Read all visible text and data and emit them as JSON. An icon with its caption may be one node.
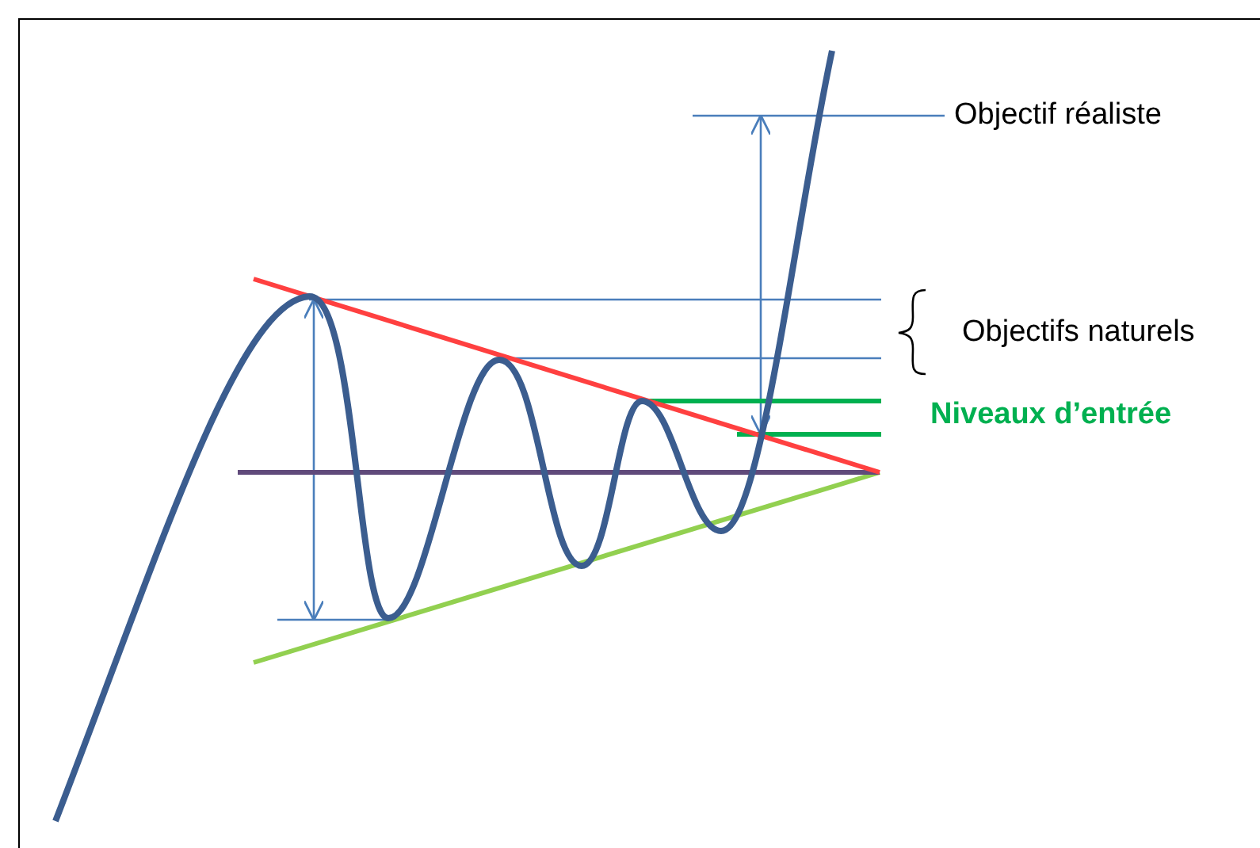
{
  "diagram": {
    "labels": [
      "Objectif réaliste",
      "Objectifs naturels",
      "Niveaux d’entrée"
    ]
  }
}
